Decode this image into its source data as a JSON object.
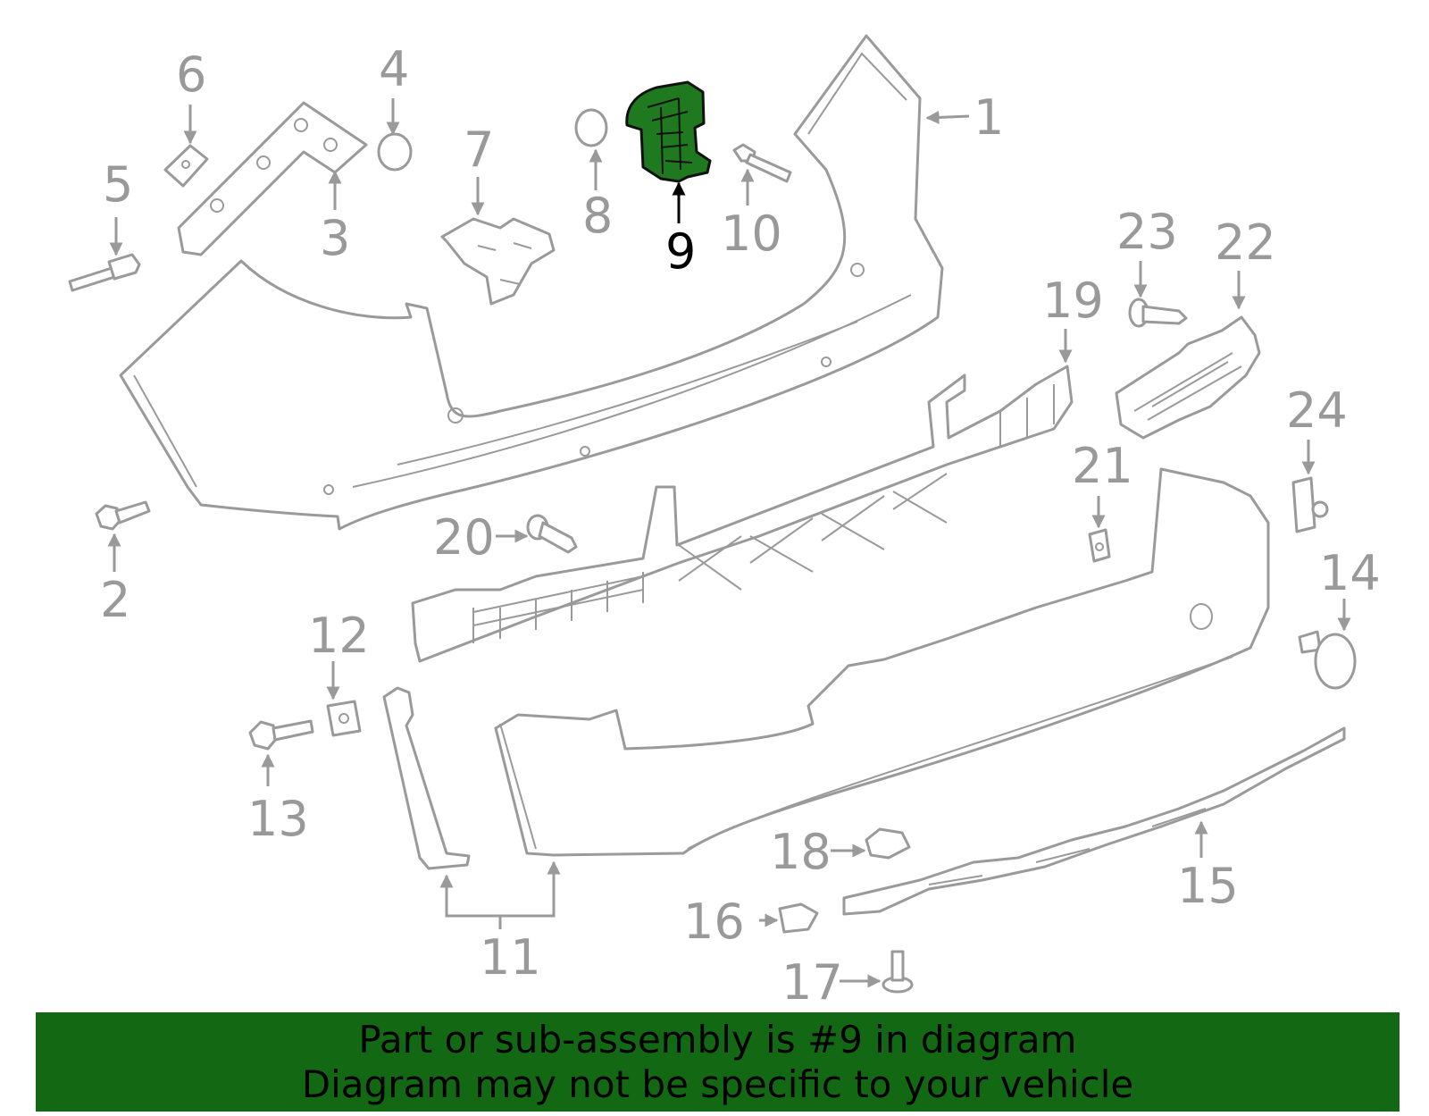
{
  "diagram": {
    "highlight_color": "#1f7a1f",
    "part_color": "#9a9a9a",
    "highlighted_part": "9",
    "callouts": [
      "1",
      "2",
      "3",
      "4",
      "5",
      "6",
      "7",
      "8",
      "9",
      "10",
      "11",
      "12",
      "13",
      "14",
      "15",
      "16",
      "17",
      "18",
      "19",
      "20",
      "21",
      "22",
      "23",
      "24"
    ]
  },
  "banner": {
    "background": "#136913",
    "line1": "Part or sub-assembly is #9 in diagram",
    "line2": "Diagram may not be specific to your vehicle"
  }
}
